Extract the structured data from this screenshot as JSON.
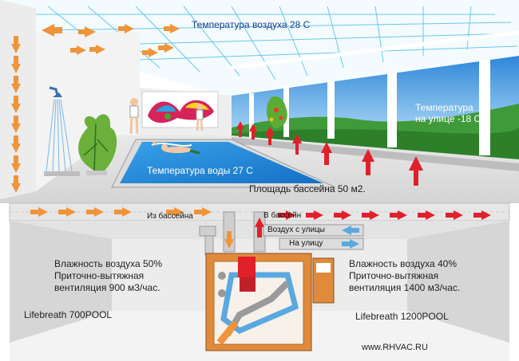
{
  "labels": {
    "air_temp": "Температура воздуха 28 С",
    "water_temp": "Температура воды 27 С",
    "outside_temp_line1": "Температура",
    "outside_temp_line2": "на улице -18 С",
    "pool_area": "Площадь бассейна 50 м2.",
    "from_pool": "Из бассейна",
    "to_pool": "В бассейн",
    "air_from_outside": "Воздух с улицы",
    "to_outside": "На улицу",
    "left_humidity": "Влажность воздуха 50%",
    "left_vent_line1": "Приточно-вытяжная",
    "left_vent_line2": "вентиляция 900 м3/час.",
    "left_model": "Lifebreath 700POOL",
    "right_humidity": "Влажность воздуха 40%",
    "right_vent_line1": "Приточно-вытяжная",
    "right_vent_line2": "вентиляция 1400 м3/час.",
    "right_model": "Lifebreath 1200POOL",
    "website": "www.RHVAC.RU"
  },
  "colors": {
    "exhaust_arrow": "#f0943a",
    "supply_arrow": "#e0202a",
    "outside_air_arrow": "#5aa8e0",
    "water": "#1e8ad8",
    "sky": "#4aa0e6",
    "grass": "#3f9a3a",
    "unit_body": "#e08a3c"
  }
}
